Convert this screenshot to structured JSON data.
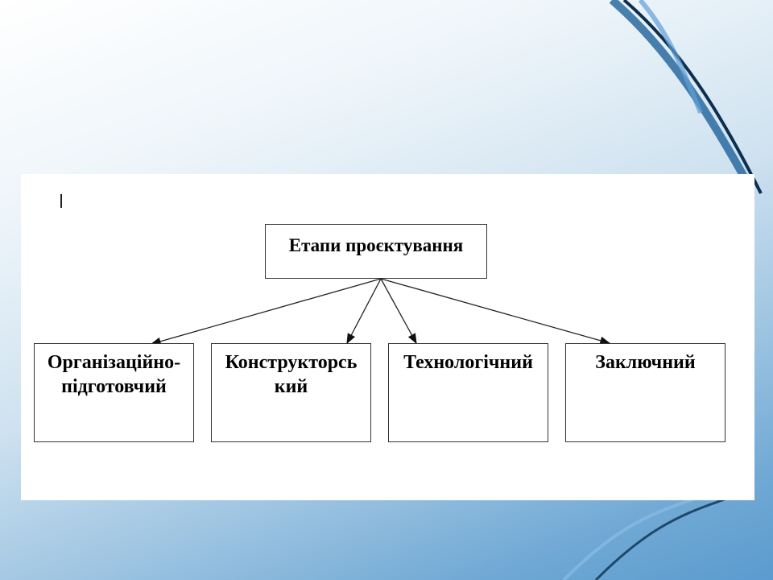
{
  "diagram": {
    "root": {
      "label": "Етапи проєктування"
    },
    "stages": [
      {
        "label": "Організаційно-\nпідготовчий",
        "line1": "Організаційно-",
        "line2": "підготовчий"
      },
      {
        "label": "Конструкторсь\nкий",
        "line1": "Конструкторсь",
        "line2": "кий"
      },
      {
        "label": "Технологічний",
        "line1": "Технологічний",
        "line2": ""
      },
      {
        "label": "Заключний",
        "line1": "Заключний",
        "line2": ""
      }
    ],
    "edges": [
      {
        "from": "Етапи проєктування",
        "to": "Організаційно-підготовчий"
      },
      {
        "from": "Етапи проєктування",
        "to": "Конструкторський"
      },
      {
        "from": "Етапи проєктування",
        "to": "Технологічний"
      },
      {
        "from": "Етапи проєктування",
        "to": "Заключний"
      }
    ]
  },
  "colors": {
    "background_light": "#eef5fa",
    "background_dark": "#5b9bcf",
    "panel": "#ffffff",
    "box_border": "#333333",
    "text": "#000000"
  }
}
